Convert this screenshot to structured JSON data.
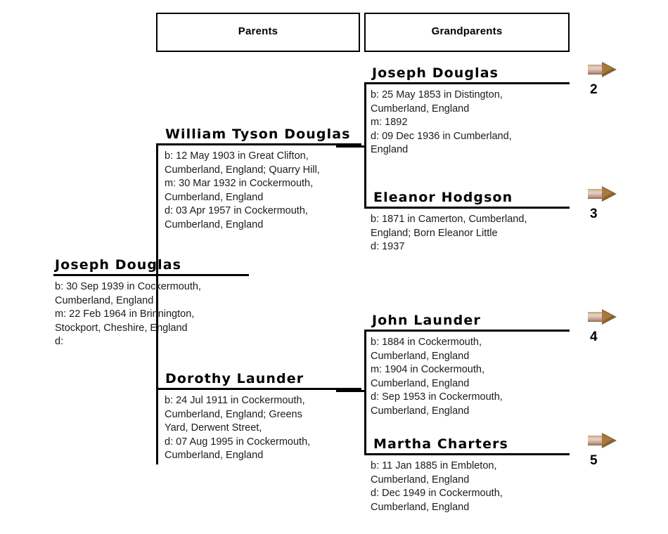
{
  "columns": [
    {
      "id": "parents",
      "label": "Parents"
    },
    {
      "id": "grandparents",
      "label": "Grandparents"
    }
  ],
  "people": {
    "root": {
      "name": "Joseph Douglas",
      "lines": [
        "b: 30 Sep 1939 in Cockermouth,",
        "Cumberland, England",
        "m: 22 Feb 1964 in Brinnington,",
        "Stockport, Cheshire, England",
        "d:"
      ]
    },
    "father": {
      "name": "William Tyson Douglas",
      "lines": [
        "b: 12 May 1903 in Great Clifton,",
        "Cumberland, England; Quarry Hill,",
        "m: 30 Mar 1932 in Cockermouth,",
        "Cumberland, England",
        "d: 03 Apr 1957 in Cockermouth,",
        "Cumberland, England"
      ]
    },
    "mother": {
      "name": "Dorothy Launder",
      "lines": [
        "b: 24 Jul 1911 in Cockermouth,",
        "Cumberland, England; Greens",
        "Yard, Derwent Street,",
        "d: 07 Aug 1995 in Cockermouth,",
        "Cumberland, England"
      ]
    },
    "paternal_grandfather": {
      "name": "Joseph Douglas",
      "lines": [
        "b: 25 May 1853 in Distington,",
        "Cumberland, England",
        "m: 1892",
        "d: 09 Dec 1936 in Cumberland,",
        "England"
      ]
    },
    "paternal_grandmother": {
      "name": "Eleanor Hodgson",
      "lines": [
        "b: 1871 in Camerton, Cumberland,",
        "England; Born Eleanor Little",
        "d: 1937"
      ]
    },
    "maternal_grandfather": {
      "name": "John Launder",
      "lines": [
        "b: 1884 in Cockermouth,",
        "Cumberland, England",
        "m: 1904 in Cockermouth,",
        "Cumberland, England",
        "d: Sep 1953 in Cockermouth,",
        "Cumberland, England"
      ]
    },
    "maternal_grandmother": {
      "name": "Martha Charters",
      "lines": [
        "b: 11 Jan 1885 in Embleton,",
        "Cumberland, England",
        "d: Dec 1949 in Cockermouth,",
        "Cumberland, England"
      ]
    }
  },
  "references": [
    {
      "number": "2",
      "icon": "right-arrow-icon",
      "for": "paternal_grandfather"
    },
    {
      "number": "3",
      "icon": "right-arrow-icon",
      "for": "paternal_grandmother"
    },
    {
      "number": "4",
      "icon": "right-arrow-icon",
      "for": "maternal_grandfather"
    },
    {
      "number": "5",
      "icon": "right-arrow-icon",
      "for": "maternal_grandmother"
    }
  ],
  "colors": {
    "line": "#000000",
    "background": "#ffffff",
    "text": "#000000",
    "arrow_head": "#8a6134",
    "arrow_shaft": "#d8c6a6"
  }
}
